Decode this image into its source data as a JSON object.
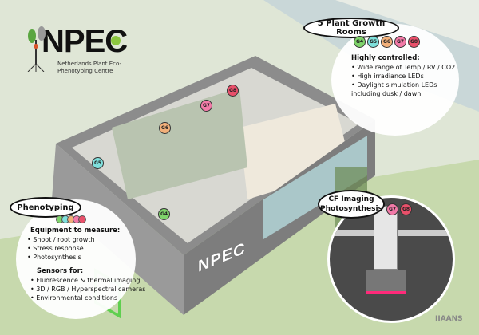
{
  "logo": {
    "name": "NPEC",
    "subtitle": "Netherlands Plant Eco-Phenotyping Centre"
  },
  "colors": {
    "G4": "#7fd36b",
    "G5": "#7fe0dc",
    "G6": "#f2b07a",
    "G7": "#f27aa8",
    "G8": "#e8506a",
    "accent": "#5fcf4f"
  },
  "growth_rooms": {
    "title": "5 Plant Growth Rooms",
    "badges": [
      "G4",
      "G5",
      "G6",
      "G7",
      "G8"
    ],
    "heading": "Highly controlled:",
    "items": [
      "Wide range of Temp / RV / CO2",
      "High irradiance LEDs",
      "Daylight simulation LEDs including dusk / dawn"
    ]
  },
  "phenotyping": {
    "title": "Phenotyping",
    "equipment_heading": "Equipment to measure:",
    "equipment": [
      "Shoot / root growth",
      "Stress response",
      "Photosynthesis"
    ],
    "sensors_heading": "Sensors for:",
    "sensors": [
      "Fluorescence & thermal imaging",
      "3D / RGB / Hyperspectral cameras",
      "Environmental conditions"
    ]
  },
  "cf_imaging": {
    "title_line1": "CF Imaging",
    "title_line2": "Photosynthesis",
    "badges": [
      "G7",
      "G8"
    ]
  },
  "building": {
    "wall_label": "NPEC",
    "room_labels": [
      "G4",
      "G5",
      "G6",
      "G7",
      "G8"
    ]
  },
  "credit": "IIAANS"
}
